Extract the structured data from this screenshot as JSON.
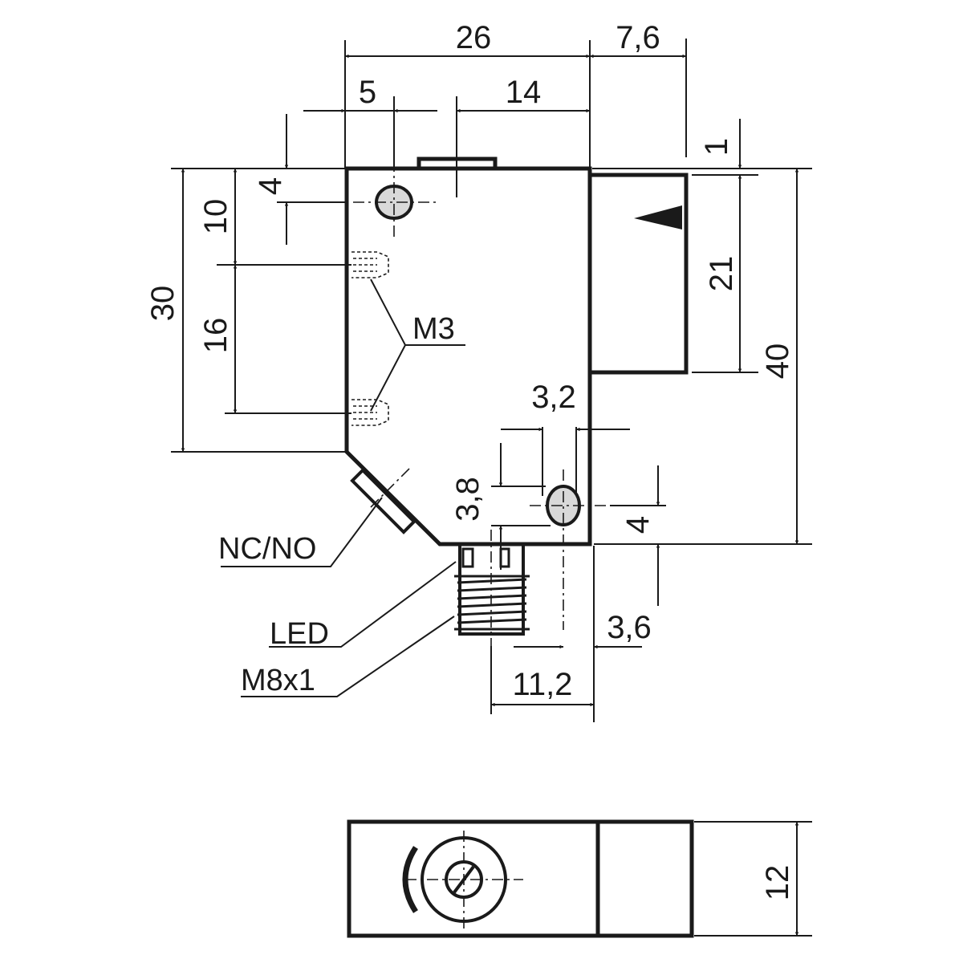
{
  "colors": {
    "line": "#1a1a1a",
    "background": "#ffffff",
    "oval_fill": "#d9d9d9"
  },
  "dimensions": {
    "width_body": "26",
    "width_lens": "7,6",
    "hole_offset": "5",
    "offset_14": "14",
    "offset_1": "1",
    "hole_top": "4",
    "m3_top": "10",
    "m3_spacing": "16",
    "height_30": "30",
    "lens_height": "21",
    "height_40": "40",
    "hole_dia": "3,2",
    "hole_height": "3,8",
    "hole_bottom": "4",
    "conn_offset": "3,6",
    "conn_width": "11,2",
    "depth": "12"
  },
  "labels": {
    "m3": "M3",
    "nc_no": "NC/NO",
    "led": "LED",
    "thread": "M8x1"
  }
}
